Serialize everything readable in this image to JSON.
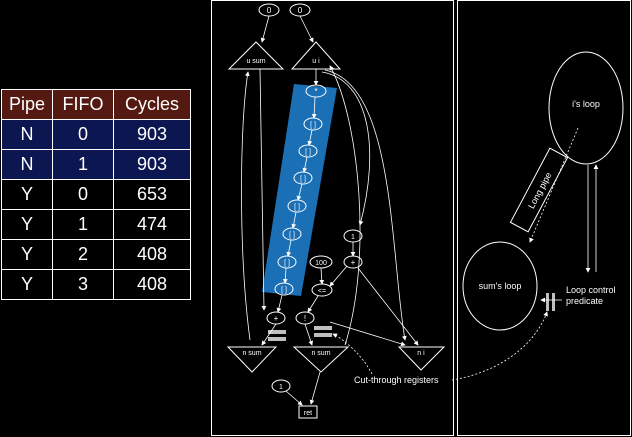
{
  "table": {
    "headers": [
      "Pipe",
      "FIFO",
      "Cycles"
    ],
    "rows": [
      {
        "pipe": "N",
        "fifo": "0",
        "cycles": "903",
        "highlight": true
      },
      {
        "pipe": "N",
        "fifo": "1",
        "cycles": "903",
        "highlight": true
      },
      {
        "pipe": "Y",
        "fifo": "0",
        "cycles": "653",
        "highlight": false
      },
      {
        "pipe": "Y",
        "fifo": "1",
        "cycles": "474",
        "highlight": false
      },
      {
        "pipe": "Y",
        "fifo": "2",
        "cycles": "408",
        "highlight": false
      },
      {
        "pipe": "Y",
        "fifo": "3",
        "cycles": "408",
        "highlight": false
      }
    ]
  },
  "dataflow": {
    "const_top_left": "0",
    "const_top_right": "0",
    "merge_sum_label": "u sum",
    "merge_i_label": "u i",
    "op_times": "*",
    "pipeline_stage_label": "[ ]",
    "const_one": "1",
    "const_hundred": "100",
    "op_plus_i": "+",
    "op_le": "<=",
    "op_plus_sum": "+",
    "op_excl": "!",
    "eta_sum_left": "n sum",
    "eta_sum_right": "n sum",
    "eta_i": "n i",
    "const_bottom": "1",
    "ret_label": "ret",
    "cut_through_label": "Cut-through registers"
  },
  "loops": {
    "i_loop": "i's loop",
    "sum_loop": "sum's loop",
    "long_pipe": "Long pipe",
    "loop_control": [
      "Loop control",
      "predicate"
    ]
  },
  "colors": {
    "table_header_bg": "#541a12",
    "table_highlight_bg": "#0c1650",
    "pipeline_highlight": "#1b6fb5",
    "register_fill": "#bfbfbf"
  }
}
